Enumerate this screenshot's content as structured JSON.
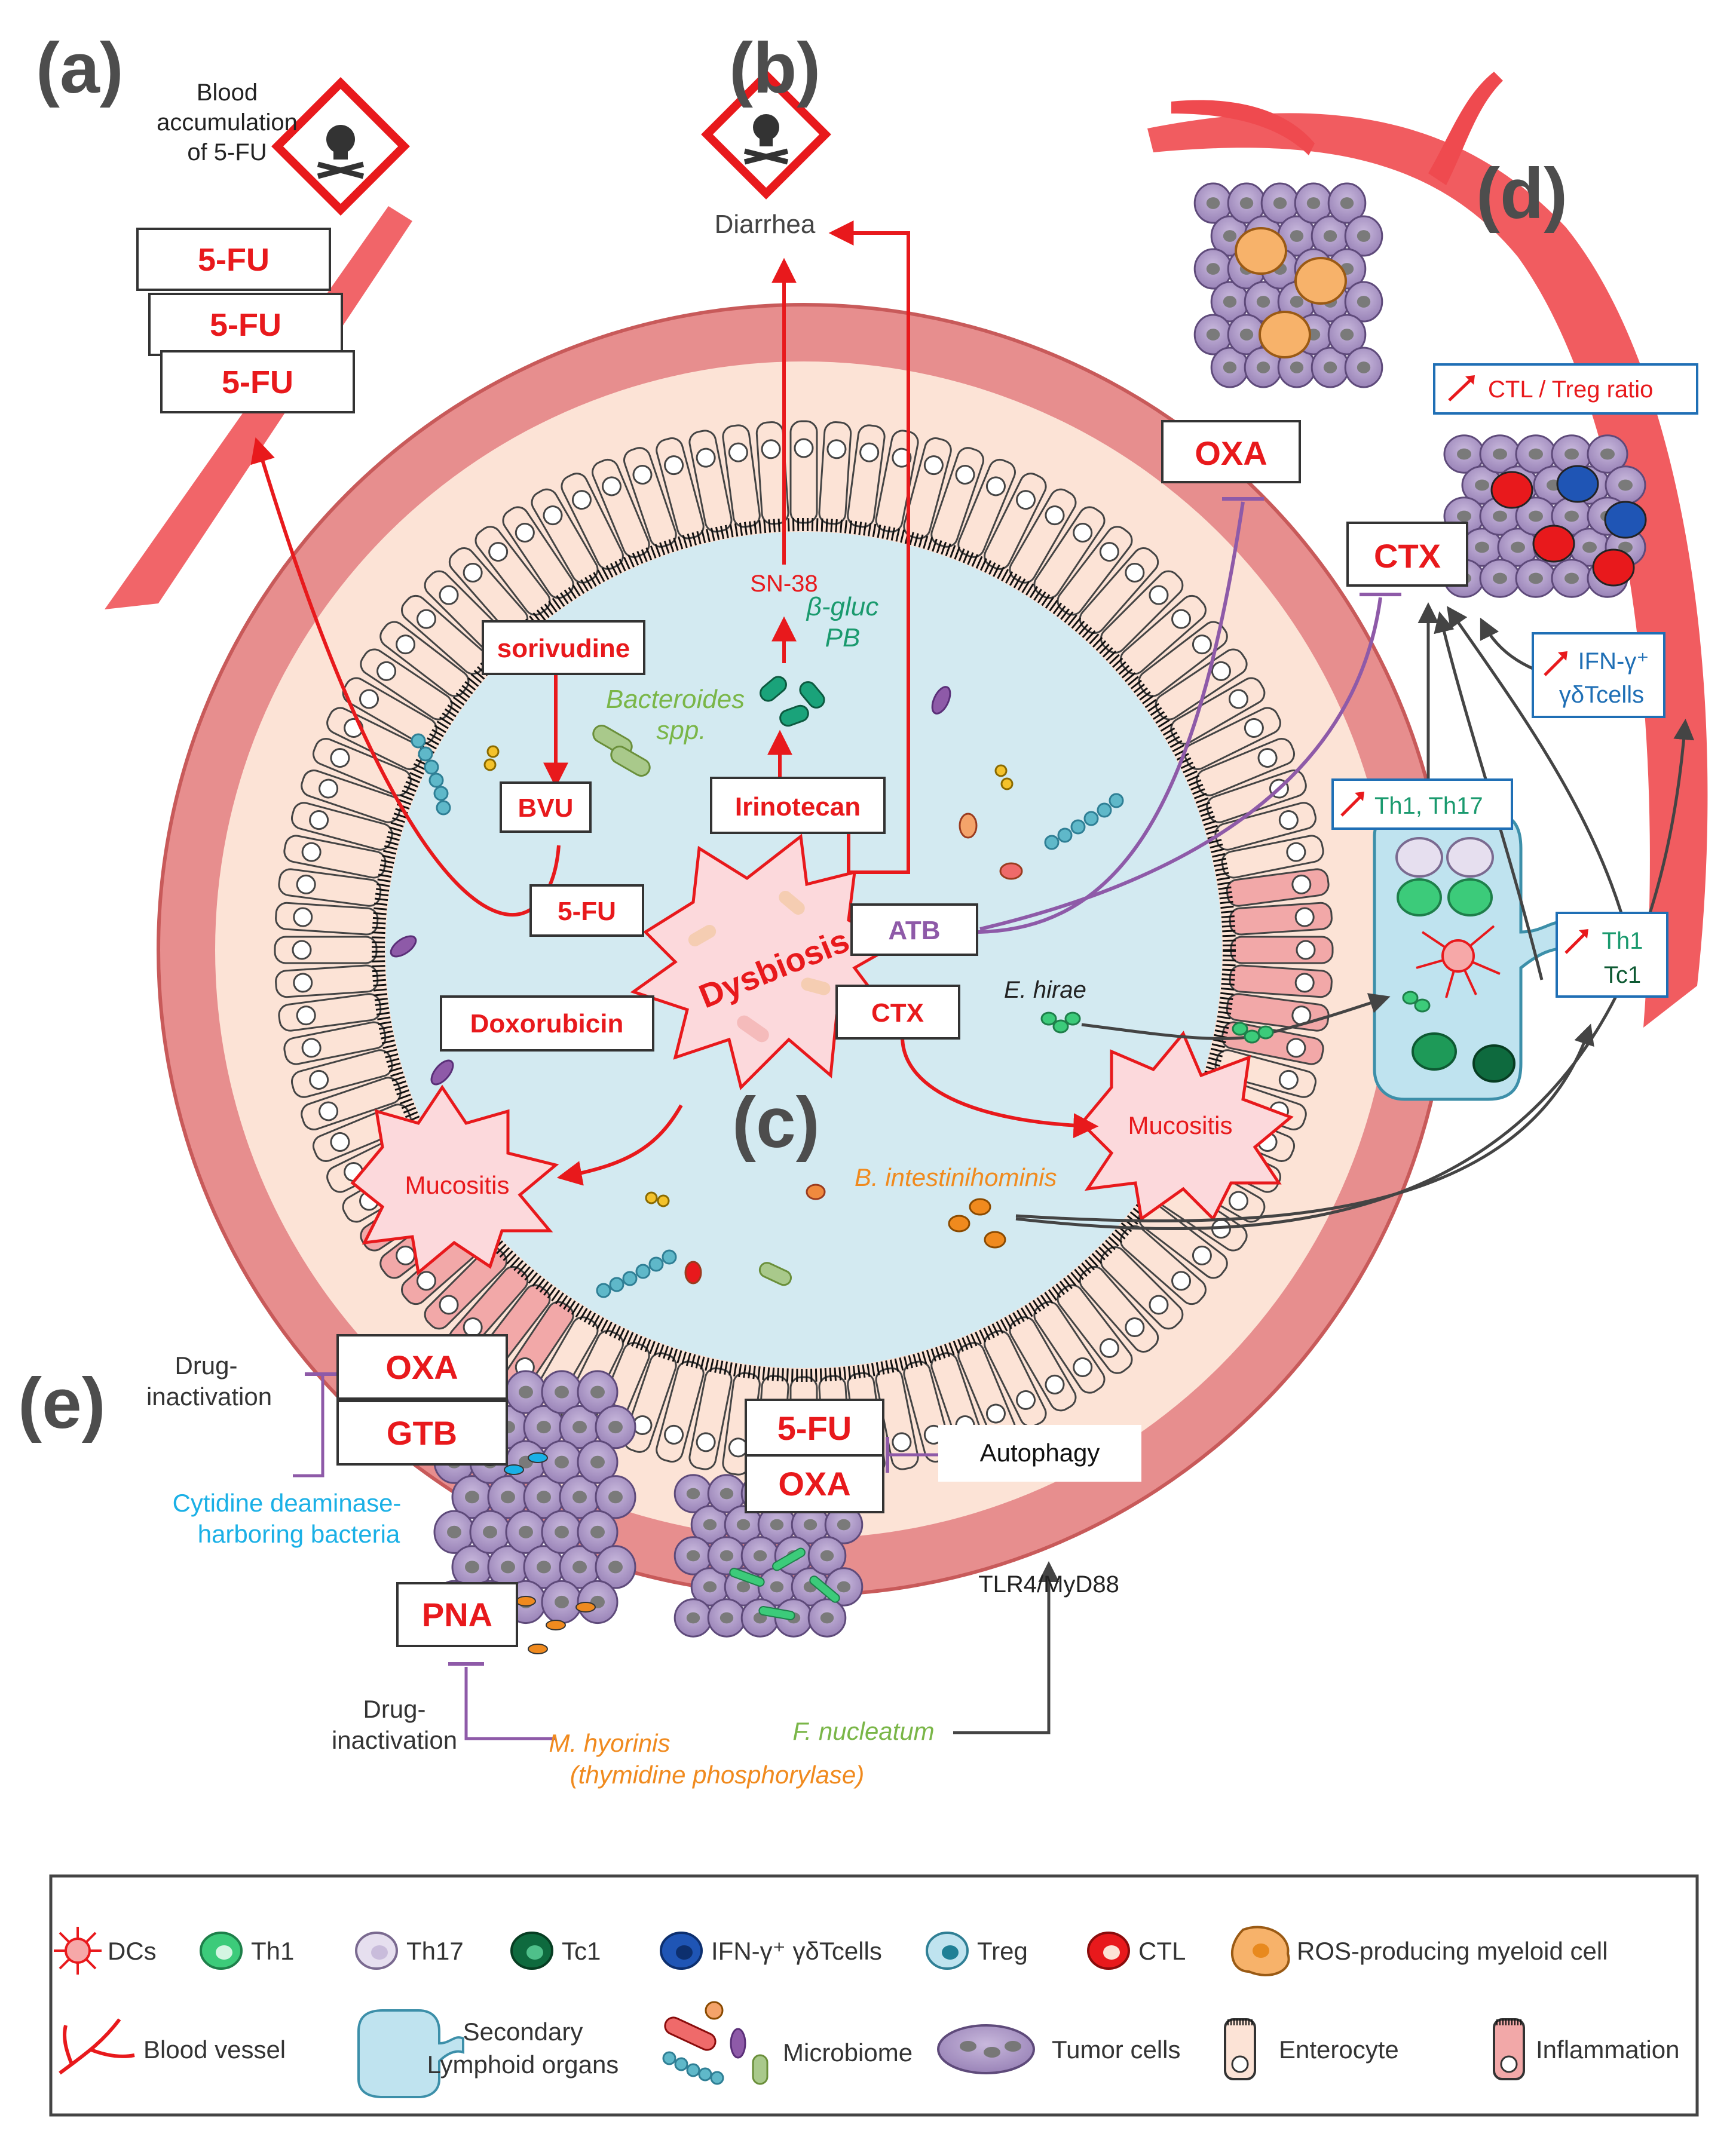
{
  "panels": {
    "a": "(a)",
    "b": "(b)",
    "c": "(c)",
    "d": "(d)",
    "e": "(e)"
  },
  "panel_a": {
    "blood_lines": [
      "Blood",
      "accumulation",
      "of 5-FU"
    ],
    "drug_stack": [
      "5-FU",
      "5-FU",
      "5-FU"
    ]
  },
  "panel_b": {
    "diarrhea": "Diarrhea",
    "sn38": "SN-38",
    "bgluc_lines": [
      "β-gluc",
      "PB"
    ],
    "irinotecan": "Irinotecan"
  },
  "panel_c": {
    "sorivudine": "sorivudine",
    "bacteroides_lines": [
      "Bacteroides",
      "spp."
    ],
    "bvu": "BVU",
    "fu": "5-FU",
    "dysbiosis": "Dysbiosis",
    "atb": "ATB",
    "doxorubicin": "Doxorubicin",
    "ctx": "CTX",
    "mucositis_left": "Mucositis",
    "mucositis_right": "Mucositis",
    "e_hirae": "E. hirae",
    "b_intestinihominis": "B. intestinihominis"
  },
  "panel_d": {
    "oxa": "OXA",
    "ctx": "CTX",
    "ctl_treg": "CTL / Treg ratio",
    "ifn_lines": [
      "IFN-γ⁺",
      "γδTcells"
    ],
    "th1_th17": "Th1, Th17",
    "th1": "Th1",
    "tc1": "Tc1"
  },
  "panel_e": {
    "oxa": "OXA",
    "gtb": "GTB",
    "inactivation_top": [
      "Drug-",
      "inactivation"
    ],
    "cytidine_lines": [
      "Cytidine deaminase-",
      "harboring bacteria"
    ],
    "fu": "5-FU",
    "oxa2": "OXA",
    "autophagy": "Autophagy",
    "tlr4": "TLR4/MyD88",
    "f_nucleatum": "F. nucleatum",
    "pna": "PNA",
    "inactivation_bottom": [
      "Drug-",
      "inactivation"
    ],
    "m_hyorinis_lines": [
      "M. hyorinis",
      "(thymidine phosphorylase)"
    ]
  },
  "legend": {
    "row1": [
      "DCs",
      "Th1",
      "Th17",
      "Tc1",
      "IFN-γ⁺  γδTcells",
      "Treg",
      "CTL",
      "ROS-producing myeloid cell"
    ],
    "row2": [
      "Blood vessel",
      "Secondary",
      "Lymphoid organs",
      "Microbiome",
      "Tumor cells",
      "Enterocyte",
      "Inflammation"
    ]
  },
  "colors": {
    "red": "#e8191c",
    "purple": "#8e5aa8",
    "green_text": "#7ab648",
    "teal_text": "#1a9a6e",
    "orange_text": "#f08a1e",
    "blue_text": "#1f6fb5",
    "cyan_text": "#1ab0e6",
    "lumen": "#d3eaf1",
    "mucosa": "#fce3d6",
    "wall": "#e78e8e",
    "tumor": "#b9a5cf",
    "lymph": "#bfe3ef"
  }
}
